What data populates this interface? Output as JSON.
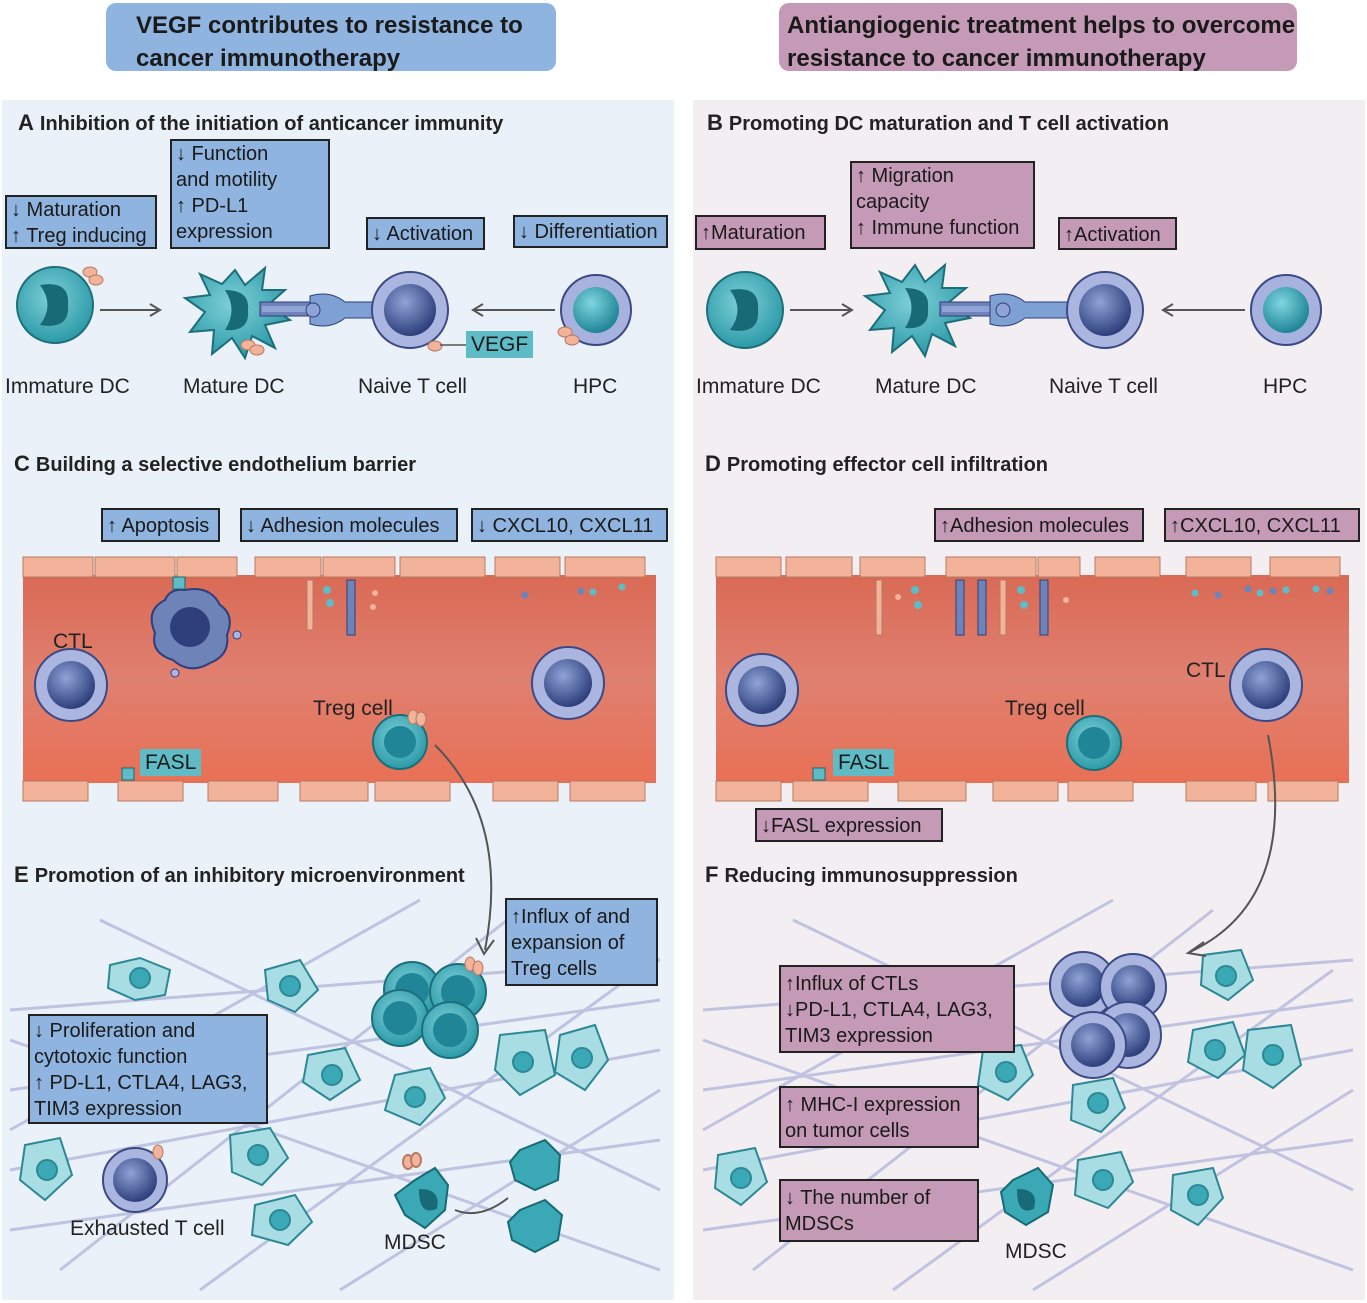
{
  "headers": {
    "left": "VEGF contributes to resistance to\ncancer immunotherapy",
    "right": "Antiangiogenic treatment helps to overcome\nresistance to cancer immunotherapy"
  },
  "colors": {
    "left_panel_bg": "#eaf1f8",
    "right_panel_bg": "#f3eef2",
    "blue_box": "#8fb4e0",
    "pink_box": "#c49ab6",
    "vessel": "#e2775f",
    "endothelial": "#f3b39a",
    "teal_cell": "#3aa9b5",
    "naive_t_cell": "#5568a3"
  },
  "sections": {
    "A": {
      "letter": "A",
      "title": "Inhibition of the initiation of anticancer immunity"
    },
    "B": {
      "letter": "B",
      "title": "Promoting DC maturation and T cell activation"
    },
    "C": {
      "letter": "C",
      "title": "Building a selective endothelium barrier"
    },
    "D": {
      "letter": "D",
      "title": "Promoting effector cell infiltration"
    },
    "E": {
      "letter": "E",
      "title": "Promotion of an inhibitory microenvironment"
    },
    "F": {
      "letter": "F",
      "title": "Reducing immunosuppression"
    }
  },
  "boxes": {
    "a_maturation": "↓ Maturation\n↑ Treg inducing",
    "a_function": "↓ Function\n    and motility\n↑ PD-L1\n    expression",
    "a_activation": "↓ Activation",
    "a_differentiation": "↓ Differentiation",
    "b_maturation": "↑Maturation",
    "b_migration": "↑ Migration\n    capacity\n↑ Immune function",
    "b_activation": "↑Activation",
    "c_apoptosis": "↑ Apoptosis",
    "c_adhesion": "↓ Adhesion molecules",
    "c_cxcl": "↓ CXCL10, CXCL11",
    "d_adhesion": "↑Adhesion molecules",
    "d_cxcl": "↑CXCL10, CXCL11",
    "d_fasl_expression": "↓FASL expression",
    "e_influx": "↑Influx of and\n  expansion of\n  Treg cells",
    "e_proliferation": "↓ Proliferation and\n    cytotoxic function\n↑ PD-L1, CTLA4, LAG3,\n    TIM3 expression",
    "f_influx": "↑Influx of CTLs\n↓PD-L1, CTLA4, LAG3,\n  TIM3 expression",
    "f_mhc": "↑ MHC-I expression\n    on tumor cells",
    "f_mdsc": "↓ The number of\n    MDSCs"
  },
  "tags": {
    "vegf": "VEGF",
    "fasl_left": "FASL",
    "fasl_right": "FASL"
  },
  "labels": {
    "a_immature_dc": "Immature DC",
    "a_mature_dc": "Mature DC",
    "a_naive_t": "Naive T cell",
    "a_hpc": "HPC",
    "b_immature_dc": "Immature DC",
    "b_mature_dc": "Mature DC",
    "b_naive_t": "Naive T cell",
    "b_hpc": "HPC",
    "c_ctl": "CTL",
    "c_treg": "Treg cell",
    "d_ctl": "CTL",
    "d_treg": "Treg cell",
    "e_exhausted": "Exhausted T cell",
    "e_mdsc": "MDSC",
    "f_mdsc": "MDSC"
  }
}
